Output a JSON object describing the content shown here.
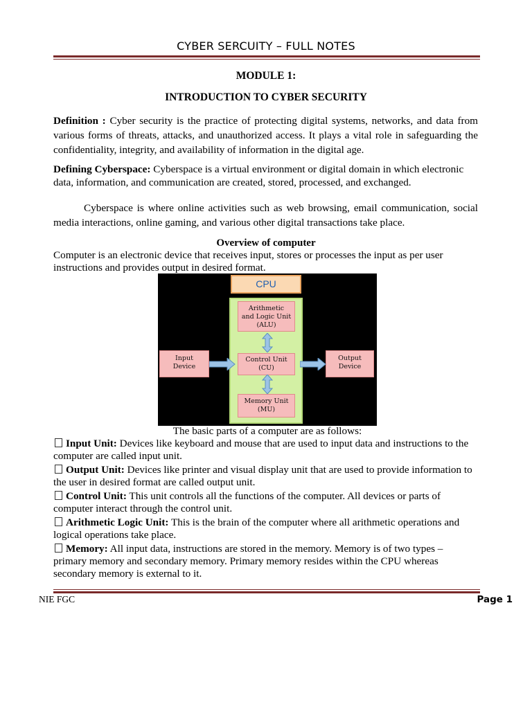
{
  "header": {
    "title": "CYBER SERCUITY – FULL NOTES"
  },
  "module": "MODULE 1:",
  "intro_title": "INTRODUCTION TO CYBER SECURITY",
  "definition": {
    "label": "Definition :",
    "text": " Cyber security is the practice of protecting digital systems, networks, and data from various forms of threats, attacks, and unauthorized access. It plays a vital role in safeguarding the confidentiality, integrity, and availability of information in the digital age."
  },
  "cyberspace": {
    "label": "Defining Cyberspace:",
    "text": "  Cyberspace is a virtual environment or digital domain in which electronic data, information, and communication are created, stored, processed, and exchanged.",
    "text2": "Cyberspace is where online activities such as web browsing, email communication, social media interactions, online gaming, and various other digital transactions take place."
  },
  "overview": {
    "title": "Overview of computer",
    "text": "Computer is an electronic device that receives input, stores or processes the input as per user instructions and provides output in desired format."
  },
  "diagram": {
    "cpu": "CPU",
    "alu": [
      "Arithmetic",
      "and Logic Unit",
      "(ALU)"
    ],
    "cu": [
      "Control Unit",
      "(CU)"
    ],
    "mu": [
      "Memory Unit",
      "(MU)"
    ],
    "input": [
      "Input",
      "Device"
    ],
    "output": [
      "Output",
      "Device"
    ],
    "colors": {
      "background": "#000000",
      "cpu_fill": "#fbd9b3",
      "cpu_text": "#1f5fb0",
      "cpu_region": "#d3f0a4",
      "unit_fill": "#f6bcbc",
      "arrow": "#9cc3e6"
    }
  },
  "caption": "The basic parts of a computer are as follows:",
  "parts": [
    {
      "label": "Input Unit:",
      "text": " Devices like keyboard and mouse that are used to input data and instructions to the computer are called input unit."
    },
    {
      "label": "Output Unit:",
      "text": " Devices like printer and visual display unit that are used to provide information to the user in desired format are called output unit."
    },
    {
      "label": "Control Unit:",
      "text": " This unit controls all the functions of the computer. All devices or parts of computer interact through the control unit."
    },
    {
      "label": "Arithmetic Logic Unit:",
      "text": " This is the brain of the computer where all arithmetic operations and logical operations take place."
    },
    {
      "label": "Memory:",
      "text": " All input data, instructions are stored in the memory. Memory is of two types – primary memory and secondary memory. Primary memory resides within the CPU whereas secondary memory is external to it."
    }
  ],
  "footer": {
    "left": "NIE FGC",
    "right": "Page 1"
  }
}
